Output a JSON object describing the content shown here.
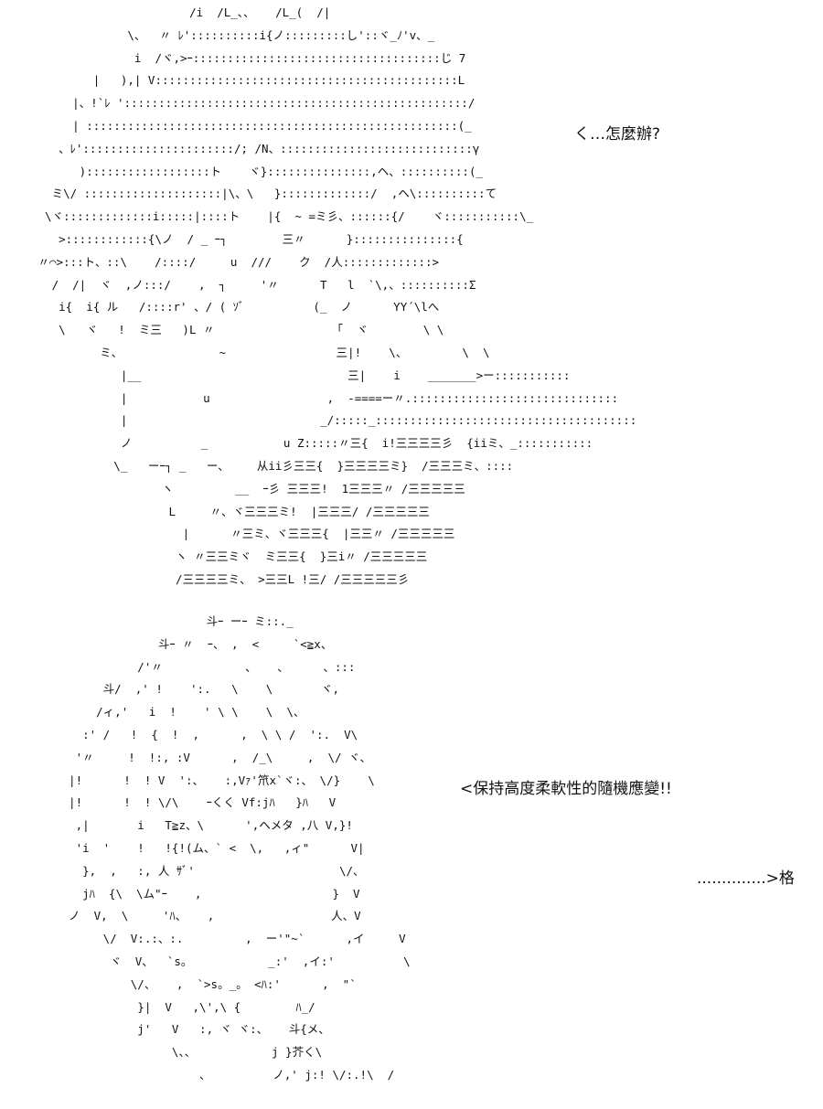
{
  "art": {
    "top": "                       /i  /L_、、   /L_(  /|\n              \\、  〃 ﾚ'::::::::::i{ノ:::::::::し'::ヾ_ﾉ'v、_\n               i  /ヾ,>ｰ::::::::::::::::::::::::::::::::::::じ 7\n         |   ),| V::::::::::::::::::::::::::::::::::::::::::::L\n      |、!`ﾚ '::::::::::::::::::::::::::::::::::::::::::::::::::/\n      | ::::::::::::::::::::::::::::::::::::::::::::::::::::::(_\n    、ﾚ'::::::::::::::::::::::/; /N、::::::::::::::::::::::::::::γ\n       )::::::::::::::::::ト    ヾ}:::::::::::::::,ヘ、::::::::::(_\n   ミ\\/ ::::::::::::::::::::|\\、\\   }:::::::::::::/  ,ヘ\\::::::::::て\n  \\ヾ:::::::::::::i:::::|::::ト    |{  ~ =ミ彡、::::::{/    ヾ:::::::::::\\_\n    >::::::::::::{\\ノ  / _ ｰ┐        三〃      }:::::::::::::::{\n 〃⌒>:::ト、::\\    /::::/     u  ///    ク  /人:::::::::::::>\n   /  /|  ヾ  ,ノ:::/    ,  ┐     '〃      T   l  `\\,、::::::::::Σ\n    i{  i{ ル   /::::r' 、/ ( ｿﾞ          (_  ノ      YY´\\lへ\n    \\   ヾ   !  ミ三   )L 〃                 「  ヾ        \\ \\\n          ミ、              ~                三|!    \\、        \\  \\\n             |__                              三|    i    _______>ー:::::::::::\n             |           u                 ,  -====ー〃.::::::::::::::::::::::::::::::\n             |                            _/:::::_::::::::::::::::::::::::::::::::::::::\n             ノ          _           u Z:::::〃三{  i!三三三三彡  {iiミ、_:::::::::::\n            \\_   ーｰ┐ _   ー、    从ii彡三三{  }三三三三ミ}  /三三三ミ、::::\n                   ヽ         __  ｰ彡 三三三!  1三三三〃 /三三三三三\n                    L     〃、ヾ三三三ミ!  |三三三/ /三三三三三\n                      |      〃三ミ、ヾ三三三{  |三三〃 /三三三三三\n                     ヽ 〃三三ミヾ  ミ三三{  }三i〃 /三三三三三\n                     /三三三三ミ、 >三三L !三/ /三三三三三彡",
    "bottom": "                      斗ｰ ーｰ ミ::._\n               斗ｰ 〃  ｰ、 ,  <     `<≧x、\n            /'〃            、   、     、:::\n       斗/  ,' !    ':.   \\    \\       ヾ,\n      /ィ,'   i  !    ' \\ \\    \\  \\、\n    :' /   !  {  !  ,      ,  \\ \\ /  ':.  V\\\n   '〃     !  !:, :V      ,  /_\\     ,  \\/ ヾ、\n  |!      !  ! V  ':、   :,Vｧ'笊x`ヾ:、 \\/}    \\\n  |!      !  ! \\/\\    ｰくく Vf:jﾊ   }ﾊ   V\n   ,|       i   T≧z、\\      ',ヘメタ ,八 V,}!\n   'i  '    !   !{!(ム、` <  \\,   ,ィ\"      V|\n    },  ,   :, 人 ｻﾞ'                     \\/、\n    jﾊ  {\\  \\ム\"ｰ    ,                   }  V\n  ノ  V,  \\     'ﾊ、   ,                 人、V\n       \\/  V:.:、:.         ,  ー'\"~`      ,イ     V\n        ヾ  V、  `s。           _:'  ,イ:'          \\\n           \\/、   ,  `>s。_。 <ﾊ:'      ,  \"`\n            }|  V   ,\\',\\ {        ﾊ_/\n            j'   V   :, ヾ ヾ:、   斗{メ、\n                 \\、、           j }芥く\\\n                     、         ノ,' j:! \\/:.!\\  /"
  },
  "captions": {
    "caption_1": "く…怎麼辦?",
    "caption_2": "<保持高度柔軟性的隨機應變!!",
    "caption_3": "..............>格"
  }
}
